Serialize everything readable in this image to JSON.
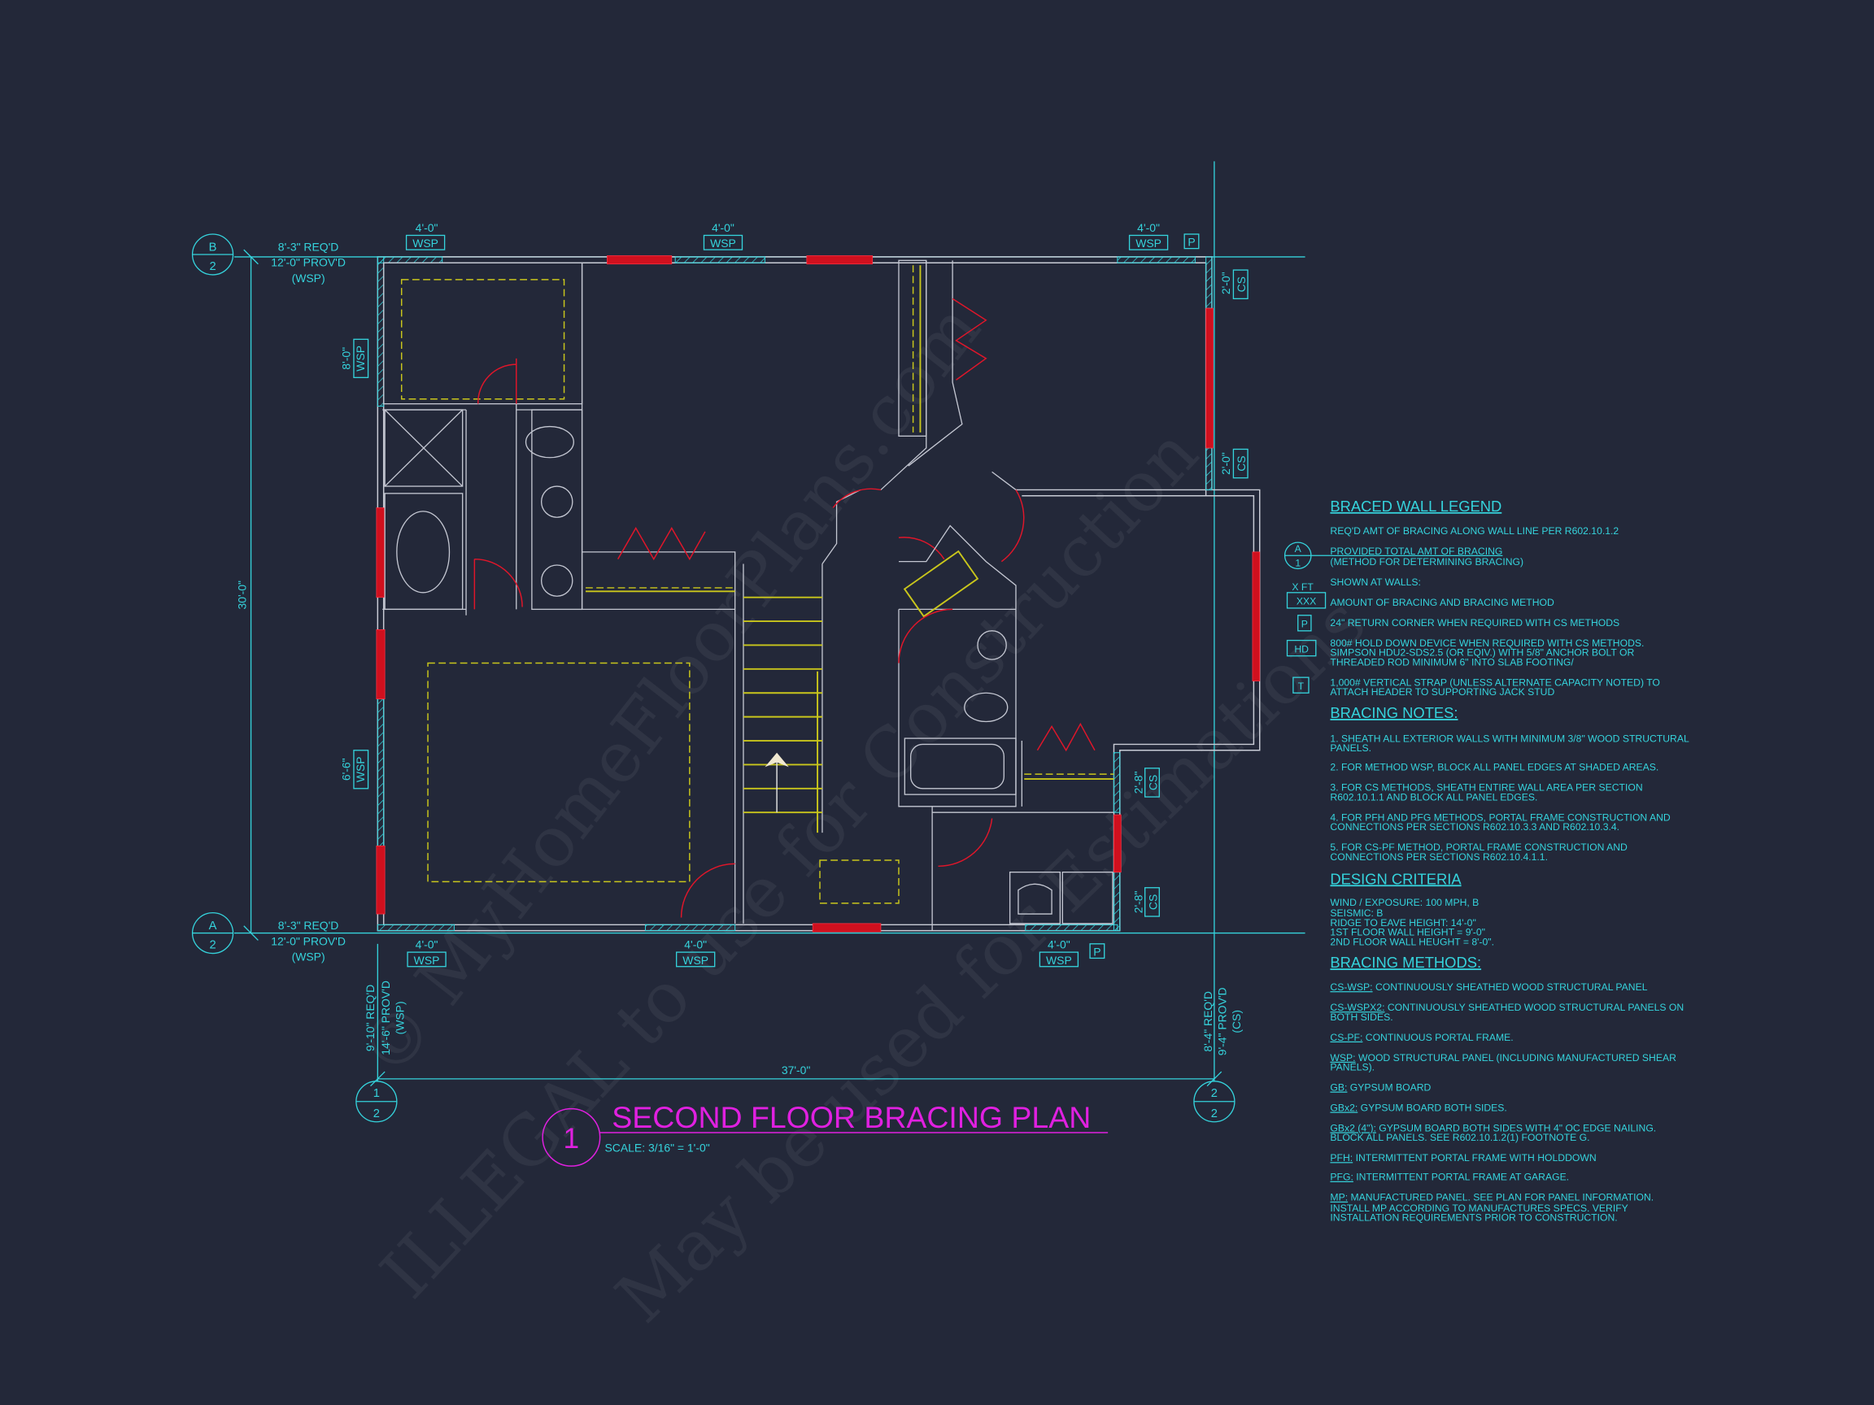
{
  "sheet": {
    "number": "1",
    "title": "SECOND FLOOR BRACING PLAN",
    "scale": "SCALE: 3/16\" = 1'-0\""
  },
  "colors": {
    "background": "#232839",
    "annotation": "#35d3dc",
    "bracing": "#e0162a",
    "closet": "#c9c61c",
    "title": "#e020e0"
  },
  "markers": {
    "B": {
      "top": "B",
      "bottom": "2"
    },
    "A": {
      "top": "A",
      "bottom": "2"
    },
    "L1": {
      "top": "1",
      "bottom": "2"
    },
    "L2": {
      "top": "2",
      "bottom": "2"
    }
  },
  "wall_lines": {
    "B": {
      "reqd": "8'-3\" REQ'D",
      "provd": "12'-0\" PROV'D",
      "method": "(WSP)"
    },
    "A": {
      "reqd": "8'-3\" REQ'D",
      "provd": "12'-0\" PROV'D",
      "method": "(WSP)"
    },
    "L1": {
      "reqd": "9'-10\" REQ'D",
      "provd": "14'-6\" PROV'D",
      "method": "(WSP)"
    },
    "L2": {
      "reqd": "8'-4\" REQ'D",
      "provd": "9'-4\" PROV'D",
      "method": "(CS)"
    }
  },
  "overall": {
    "width": "37'-0\"",
    "depth": "30'-0\""
  },
  "panels": {
    "top": [
      {
        "len": "4'-0\"",
        "method": "WSP"
      },
      {
        "len": "4'-0\"",
        "method": "WSP"
      },
      {
        "len": "4'-0\"",
        "method": "WSP",
        "tag": "P"
      }
    ],
    "bottom": [
      {
        "len": "4'-0\"",
        "method": "WSP"
      },
      {
        "len": "4'-0\"",
        "method": "WSP"
      },
      {
        "len": "4'-0\"",
        "method": "WSP",
        "tag": "P"
      }
    ],
    "left": [
      {
        "len": "8'-0\"",
        "method": "WSP"
      },
      {
        "len": "6'-6\"",
        "method": "WSP"
      }
    ],
    "right": [
      {
        "len": "2'-0\"",
        "method": "CS"
      },
      {
        "len": "2'-0\"",
        "method": "CS"
      },
      {
        "len": "2'-8\"",
        "method": "CS"
      },
      {
        "len": "2'-8\"",
        "method": "CS"
      }
    ]
  },
  "legend": {
    "title": "BRACED WALL LEGEND",
    "symbol_circle": {
      "top": "A",
      "bottom": "1"
    },
    "symbol_xft": "X FT",
    "symbol_xxx": "XXX",
    "symbol_p": "P",
    "symbol_hd": "HD",
    "symbol_t": "T",
    "reqd": "REQ'D AMT OF BRACING ALONG WALL LINE PER R602.10.1.2",
    "provided": [
      "PROVIDED TOTAL AMT OF BRACING",
      "(METHOD FOR DETERMINING BRACING)"
    ],
    "shown": "SHOWN AT WALLS:",
    "amount": "AMOUNT OF BRACING AND BRACING METHOD",
    "return": "24\" RETURN CORNER WHEN REQUIRED WITH CS METHODS",
    "holddown": [
      "800# HOLD DOWN DEVICE WHEN REQUIRED WITH CS METHODS.",
      "SIMPSON HDU2-SDS2.5 (OR EQIV.) WITH 5/8\" ANCHOR BOLT OR",
      "THREADED ROD MINIMUM 6\" INTO SLAB FOOTING/"
    ],
    "strap": [
      "1,000# VERTICAL STRAP (UNLESS ALTERNATE CAPACITY NOTED) TO",
      "ATTACH HEADER TO SUPPORTING JACK STUD"
    ]
  },
  "notes": {
    "title": "BRACING NOTES:",
    "items": [
      [
        "1. SHEATH ALL EXTERIOR WALLS WITH MINIMUM 3/8\" WOOD STRUCTURAL",
        "PANELS."
      ],
      [
        "2. FOR METHOD WSP, BLOCK ALL PANEL EDGES AT SHADED AREAS."
      ],
      [
        "3. FOR CS METHODS, SHEATH ENTIRE WALL AREA PER SECTION",
        "R602.10.1.1 AND BLOCK ALL PANEL EDGES."
      ],
      [
        "4. FOR PFH AND PFG METHODS, PORTAL FRAME CONSTRUCTION AND",
        "CONNECTIONS PER SECTIONS R602.10.3.3 AND R602.10.3.4."
      ],
      [
        "5. FOR CS-PF METHOD, PORTAL FRAME CONSTRUCTION AND",
        "CONNECTIONS PER SECTIONS R602.10.4.1.1."
      ]
    ]
  },
  "design": {
    "title": "DESIGN CRITERIA",
    "lines": [
      "WIND / EXPOSURE:  100 MPH, B",
      "SEISMIC:  B",
      "RIDGE TO EAVE HEIGHT: 14'-0\"",
      "1ST FLOOR WALL HEIGHT = 9'-0\"",
      "2ND FLOOR WALL HEUGHT = 8'-0\"."
    ]
  },
  "methods": {
    "title": "BRACING METHODS:",
    "items": [
      {
        "code": "CS-WSP:",
        "desc": [
          "CONTINUOUSLY SHEATHED WOOD STRUCTURAL PANEL"
        ]
      },
      {
        "code": "CS-WSPX2:",
        "desc": [
          "CONTINUOUSLY SHEATHED WOOD STRUCTURAL PANELS ON",
          "BOTH SIDES."
        ]
      },
      {
        "code": "CS-PF:",
        "desc": [
          "CONTINUOUS PORTAL FRAME."
        ]
      },
      {
        "code": "WSP:",
        "desc": [
          "WOOD STRUCTURAL PANEL (INCLUDING MANUFACTURED SHEAR",
          "PANELS)."
        ]
      },
      {
        "code": "GB:",
        "desc": [
          "GYPSUM BOARD"
        ]
      },
      {
        "code": "GBx2:",
        "desc": [
          "GYPSUM BOARD BOTH SIDES."
        ]
      },
      {
        "code": "GBx2 (4\"):",
        "desc": [
          "GYPSUM BOARD BOTH SIDES WITH 4\" OC EDGE NAILING.",
          "BLOCK ALL PANELS. SEE R602.10.1.2(1) FOOTNOTE G."
        ]
      },
      {
        "code": "PFH:",
        "desc": [
          "INTERMITTENT PORTAL FRAME WITH HOLDDOWN"
        ]
      },
      {
        "code": "PFG:",
        "desc": [
          "INTERMITTENT PORTAL FRAME AT GARAGE."
        ]
      },
      {
        "code": "MP:",
        "desc": [
          "MANUFACTURED PANEL. SEE PLAN FOR PANEL INFORMATION.",
          "INSTALL MP ACCORDING TO MANUFACTURES SPECS. VERIFY",
          "INSTALLATION REQUIREMENTS PRIOR TO CONSTRUCTION."
        ]
      }
    ]
  },
  "watermark": [
    "© MyHomeFloorPlans.com",
    "ILLEGAL to use for Construction",
    "May be used for Estimations"
  ]
}
